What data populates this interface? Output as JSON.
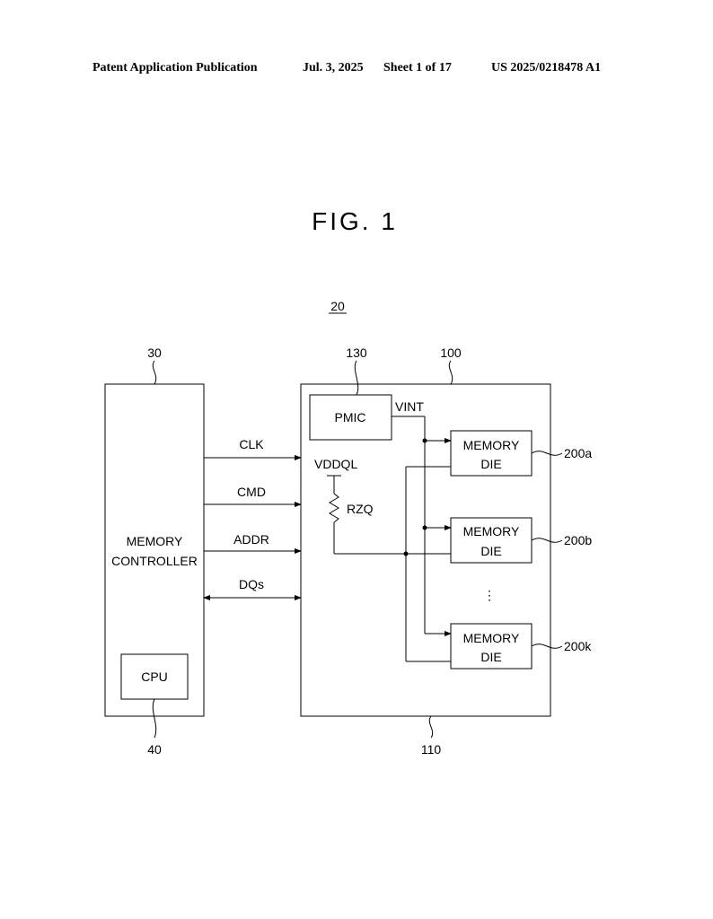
{
  "header": {
    "publication": "Patent Application Publication",
    "date": "Jul. 3, 2025",
    "sheet": "Sheet 1 of 17",
    "number": "US 2025/0218478 A1"
  },
  "figure": {
    "title": "FIG. 1",
    "system_ref": "20",
    "controller": {
      "ref": "30",
      "label_line1": "MEMORY",
      "label_line2": "CONTROLLER",
      "cpu_label": "CPU",
      "cpu_ref": "40"
    },
    "device": {
      "ref": "100",
      "board_ref": "110",
      "pmic_label": "PMIC",
      "pmic_ref": "130",
      "vint_label": "VINT",
      "vddql_label": "VDDQL",
      "rzq_label": "RZQ",
      "ellipsis": "⋮"
    },
    "signals": {
      "clk": "CLK",
      "cmd": "CMD",
      "addr": "ADDR",
      "dqs": "DQs"
    },
    "dies": [
      {
        "line1": "MEMORY",
        "line2": "DIE",
        "ref": "200a"
      },
      {
        "line1": "MEMORY",
        "line2": "DIE",
        "ref": "200b"
      },
      {
        "line1": "MEMORY",
        "line2": "DIE",
        "ref": "200k"
      }
    ]
  }
}
